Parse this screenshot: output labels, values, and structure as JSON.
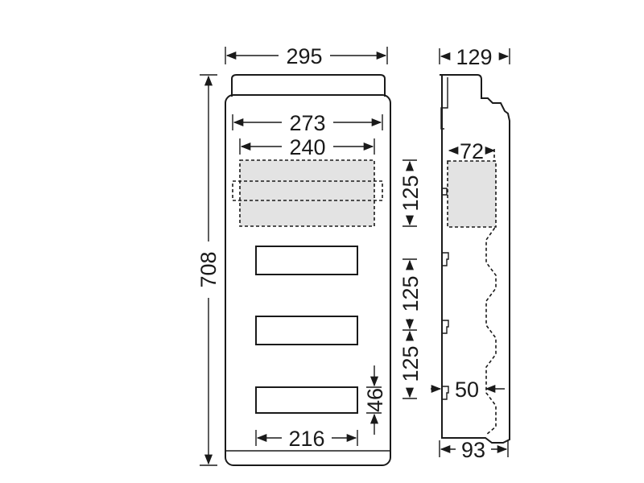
{
  "dimensions": {
    "width_overall": "295",
    "width_inner": "273",
    "width_rail": "240",
    "depth_overall": "129",
    "depth_rail": "72",
    "height_overall": "708",
    "rail_pitch_1": "125",
    "rail_pitch_2": "125",
    "rail_pitch_3": "125",
    "window_height": "46",
    "window_width": "216",
    "depth_mid": "50",
    "depth_base": "93"
  }
}
